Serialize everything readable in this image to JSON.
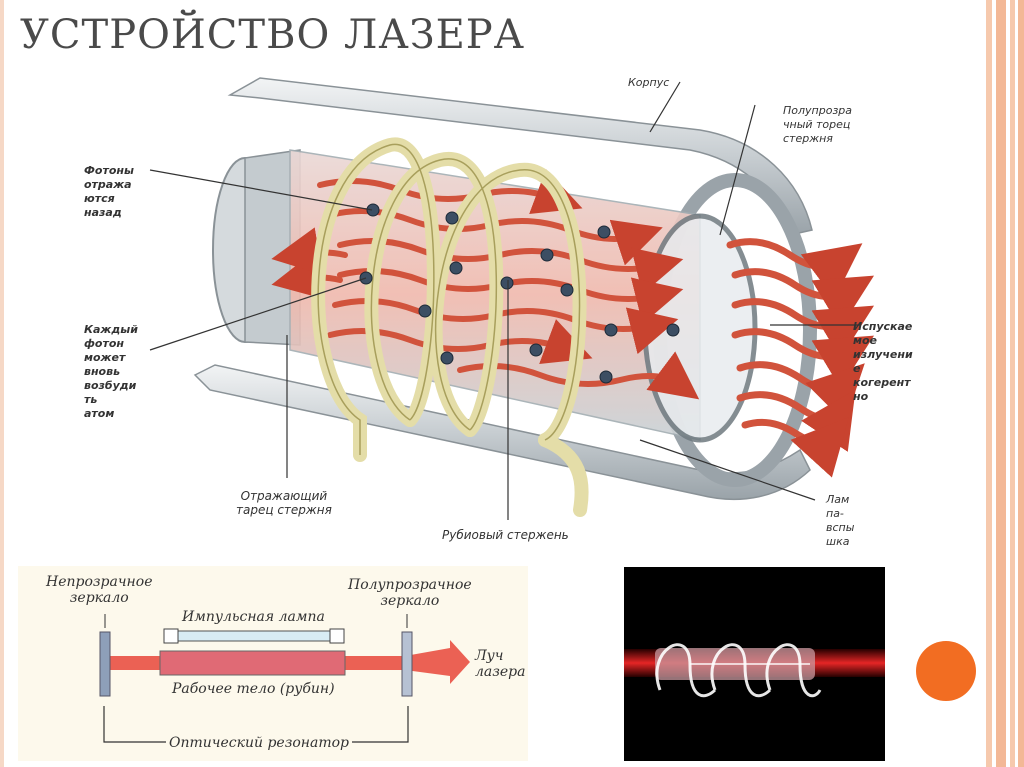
{
  "title": "УСТРОЙСТВО ЛАЗЕРА",
  "main_diagram": {
    "labels": {
      "korpus": "Корпус",
      "semi_end": [
        "Полупрозра",
        "чный торец",
        "стержня"
      ],
      "photons": [
        "Фотоны",
        "отража",
        "ются",
        "назад"
      ],
      "each_photon": [
        "Каждый",
        "фотон",
        "может",
        "вновь",
        "возбуди",
        "ть",
        "атом"
      ],
      "emitted": [
        "Испускае",
        "мое",
        "излучени",
        "е",
        "когерент",
        "но"
      ],
      "reflecting_end": [
        "Отражающий",
        "тарец стержня"
      ],
      "ruby_rod": "Рубиовый стержень",
      "flash_lamp": [
        "Лам",
        "па-",
        "вспы",
        "шка"
      ]
    }
  },
  "schematic": {
    "opaque_mirror": [
      "Непрозрачное",
      "зеркало"
    ],
    "semi_mirror": [
      "Полупрозрачное",
      "зеркало"
    ],
    "pulse_lamp": "Импульсная лампа",
    "working_body": "Рабочее тело (рубин)",
    "beam": [
      "Луч",
      "лазера"
    ],
    "resonator": "Оптический резонатор"
  },
  "colors": {
    "accent_orange": "#f26d22",
    "stripe_peach": "#f6c4a6",
    "beam_red": "#e8473a",
    "ruby": "#e06a75"
  }
}
